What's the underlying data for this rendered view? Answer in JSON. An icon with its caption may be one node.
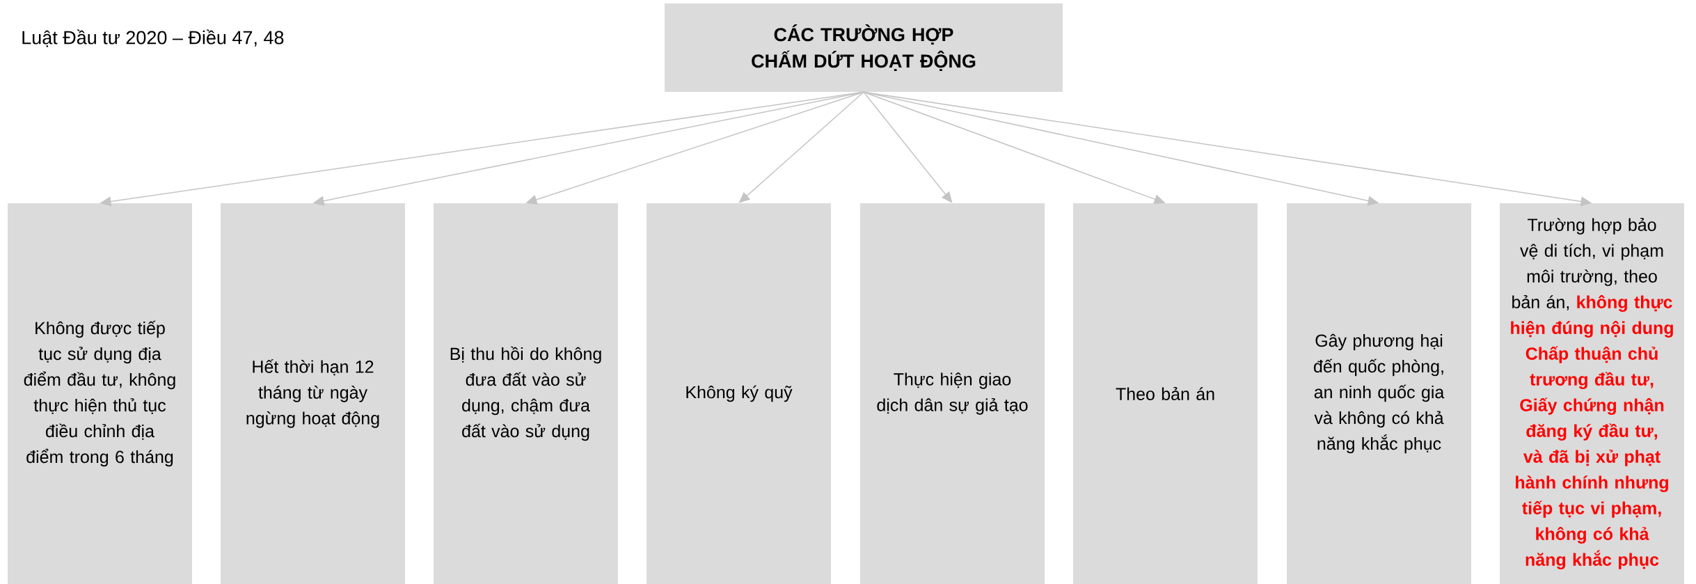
{
  "diagram": {
    "nodes": [
      {
        "text": [
          "CÁC TRƯỜNG HỢP CHẤM DỨT HOẠT ĐỘNG"
        ]
      },
      {
        "text": [
          "Không được tiếp tục sử dụng địa điểm đầu tư, không thực hiện thủ tục điều chỉnh địa điểm trong 6 tháng"
        ]
      },
      {
        "text": [
          "Hết thời hạn 12 tháng từ ngày ngừng hoạt động"
        ]
      },
      {
        "text": [
          "Bị thu hồi do không đưa đất vào sử dụng, chậm đưa đất vào sử dụng"
        ]
      },
      {
        "text": [
          "Không ký quỹ"
        ]
      },
      {
        "text": [
          "Thực hiện giao dịch dân sự giả tạo"
        ]
      },
      {
        "text": [
          "Theo bản án"
        ]
      },
      {
        "text": [
          "Gây phương hại đến quốc phòng, an ninh quốc gia và không có khả năng khắc phục"
        ]
      },
      {
        "text": [
          "Trường hợp bảo vệ di tích, vi phạm môi trường, theo bản án, **không thực hiện đúng nội dung Chấp thuận chủ trương đầu tư, Giấy chứng nhận đăng ký đầu tư, và đã bị xử phạt hành chính nhưng tiếp tục vi phạm, không có khả năng khắc phục**"
        ]
      }
    ],
    "edges": [
      {
        "from": 0,
        "to": 1,
        "arrow": "to"
      },
      {
        "from": 0,
        "to": 2,
        "arrow": "to"
      },
      {
        "from": 0,
        "to": 3,
        "arrow": "to"
      },
      {
        "from": 0,
        "to": 4,
        "arrow": "to"
      },
      {
        "from": 0,
        "to": 5,
        "arrow": "to"
      },
      {
        "from": 0,
        "to": 6,
        "arrow": "to"
      },
      {
        "from": 0,
        "to": 7,
        "arrow": "to"
      },
      {
        "from": 0,
        "to": 8,
        "arrow": "to"
      }
    ],
    "labels": [
      "Luật Đầu tư 2020 – Điều 47, 48"
    ]
  }
}
